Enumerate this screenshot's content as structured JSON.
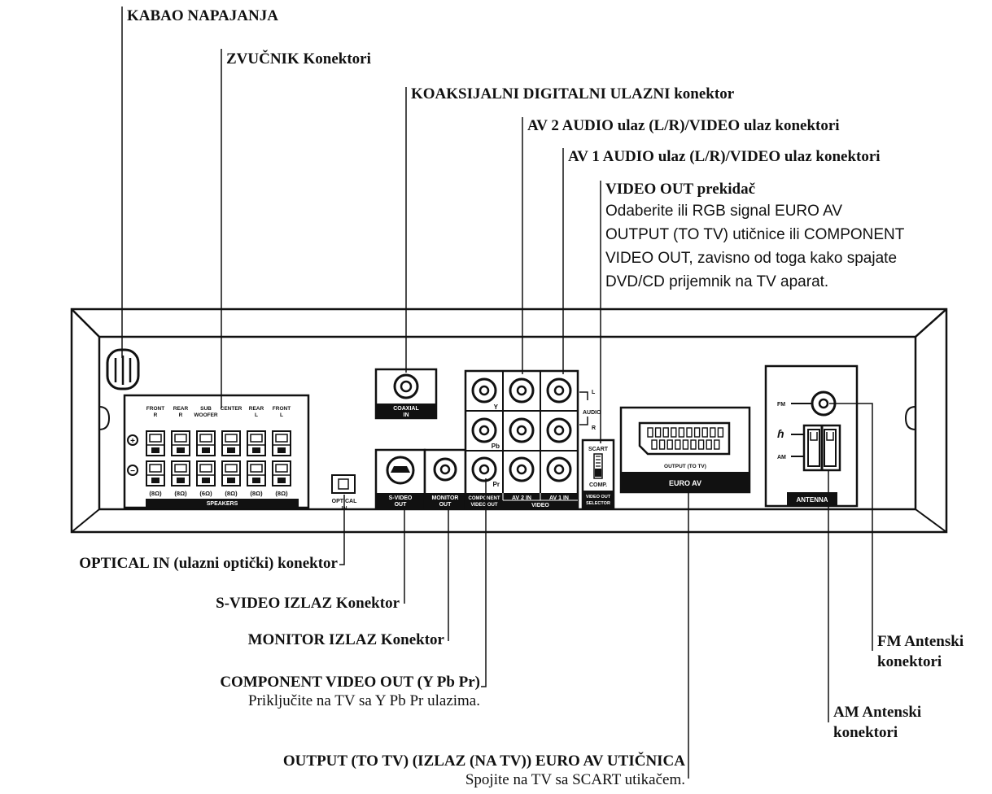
{
  "callouts": {
    "power_cord": "KABAO NAPAJANJA",
    "speaker_connectors": "ZVUČNIK Konektori",
    "coaxial_in": "KOAKSIJALNI DIGITALNI ULAZNI konektor",
    "av2_in": "AV 2 AUDIO ulaz (L/R)/VIDEO ulaz konektori",
    "av1_in": "AV 1 AUDIO ulaz (L/R)/VIDEO ulaz konektori",
    "video_out_switch": {
      "title": "VIDEO OUT prekidač",
      "lines": [
        "Odaberite ili RGB signal EURO AV",
        "OUTPUT (TO TV) utičnice ili COMPONENT",
        "VIDEO OUT, zavisno od toga kako spajate",
        "DVD/CD prijemnik na TV aparat."
      ]
    },
    "optical_in": "OPTICAL IN (ulazni optički) konektor",
    "s_video_out": "S-VIDEO IZLAZ Konektor",
    "monitor_out": "MONITOR IZLAZ Konektor",
    "component_out": {
      "title": "COMPONENT VIDEO OUT (Y Pb Pr)",
      "desc": "Priključite na TV sa Y Pb Pr ulazima."
    },
    "euro_av": {
      "title": "OUTPUT (TO TV) (IZLAZ (NA TV)) EURO AV UTIČNICA",
      "desc": "Spojite na TV sa SCART utikačem."
    },
    "fm_antenna": [
      "FM Antenski",
      "konektori"
    ],
    "am_antenna": [
      "AM Antenski",
      "konektori"
    ]
  },
  "panel": {
    "speaker_headers": [
      "FRONT R",
      "REAR R",
      "SUB WOOFER",
      "CENTER",
      "REAR L",
      "FRONT L"
    ],
    "speaker_ohms": [
      "(8Ω)",
      "(8Ω)",
      "(6Ω)",
      "(8Ω)",
      "(8Ω)",
      "(8Ω)"
    ],
    "speakers_label": "SPEAKERS",
    "optical_label": [
      "OPTICAL",
      "IN"
    ],
    "coaxial_label": [
      "COAXIAL",
      "IN"
    ],
    "svideo_label": [
      "S-VIDEO",
      "OUT"
    ],
    "monitor_label": [
      "MONITOR",
      "OUT"
    ],
    "component_label": [
      "COMPONENT",
      "VIDEO OUT"
    ],
    "av2_label": "AV 2 IN",
    "av1_label": "AV 1 IN",
    "video_label": "VIDEO",
    "audio_label": "AUDIO",
    "l_label": "L",
    "r_label": "R",
    "y_label": "Y",
    "pb_label": "Pb",
    "pr_label": "Pr",
    "scart_label": "SCART",
    "comp_label": "COMP.",
    "selector_label": [
      "VIDEO OUT",
      "SELECTOR"
    ],
    "euro_output_label": "OUTPUT (TO TV)",
    "euro_av_label": "EURO AV",
    "fm_label": "FM",
    "am_label": "AM",
    "antenna_label": "ANTENNA"
  }
}
